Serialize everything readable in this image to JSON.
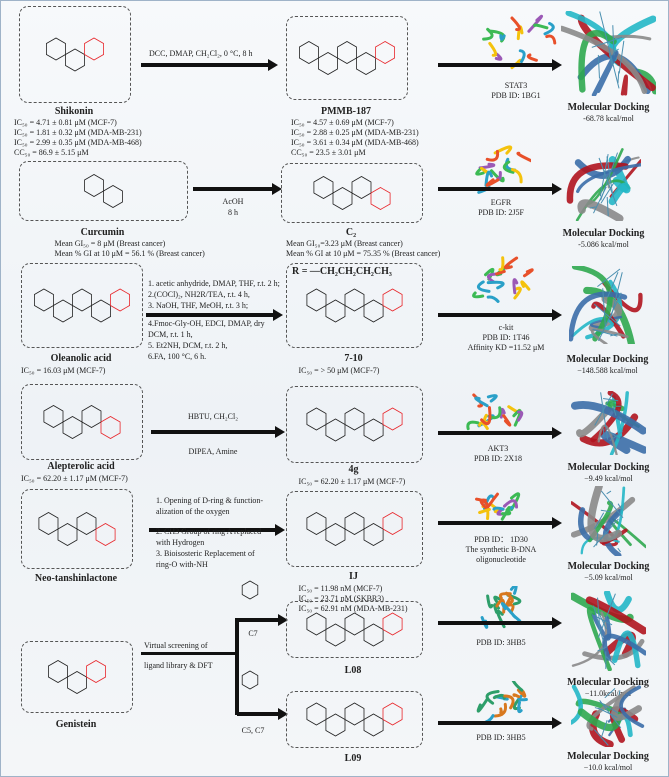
{
  "colors": {
    "modification": "#e8262b",
    "highlight": "#2a2ad8",
    "arrow": "#111111"
  },
  "rows": [
    {
      "start": {
        "name": "Shikonin",
        "activity": [
          "IC₅₀ = 4.71 ± 0.81 μM (MCF-7)",
          "IC₅₀ = 1.81 ± 0.32 μM (MDA-MB-231)",
          "IC₅₀ = 2.99 ± 0.35 μM (MDA-MB-468)",
          "CC₅₀ = 86.9 ± 5.15 μM"
        ]
      },
      "conditions": [
        "DCC, DMAP, CH₂Cl₂, 0 °C, 8 h"
      ],
      "product": {
        "name": "PMMB-187",
        "activity": [
          "IC₅₀ = 4.57 ± 0.69 μM (MCF-7)",
          "IC₅₀ = 2.88 ± 0.25 μM (MDA-MB-231)",
          "IC₅₀ = 3.61 ± 0.34 μM (MDA-MB-468)",
          "CC₅₀ = 23.5 ± 3.01 μM"
        ]
      },
      "target": [
        "STAT3",
        "PDB ID: 1BG1"
      ],
      "docking": {
        "label": "Molecular Docking",
        "energy": "-68.78 kcal/mol"
      }
    },
    {
      "start": {
        "name": "Curcumin",
        "activity": [
          "Mean GI₅₀ = 8 μM (Breast cancer)",
          "Mean % GI at 10 μM = 56.1 % (Breast cancer)"
        ]
      },
      "conditions": [
        "AcOH",
        "8 h"
      ],
      "product": {
        "name": "C₂",
        "activity": [
          "Mean GI₅₀=3.23 μM (Breast cancer)",
          "Mean % GI at 10 μM = 75.35 % (Breast cancer)"
        ]
      },
      "target": [
        "EGFR",
        "PDB ID: 2J5F"
      ],
      "docking": {
        "label": "Molecular Docking",
        "energy": "-5.086 kcal/mol"
      }
    },
    {
      "start": {
        "name": "Oleanolic acid",
        "activity": [
          "IC₅₀ = 16.03 μM (MCF-7)"
        ]
      },
      "conditions": [
        "1. acetic anhydride, DMAP, THF, r.t. 2 h;",
        "2.(COCl)₂, NH2R/TEA, r.t. 4 h,",
        "3. NaOH, THF, MeOH, r.t. 3 h;",
        "4.Fmoc-Gly-OH, EDCI, DMAP, dry",
        "DCM, r.t. 1 h,",
        "5. Et2NH, DCM, r.t. 2 h,",
        "6.FA, 100 °C, 6 h."
      ],
      "product": {
        "name": "7-10",
        "r_group": "R = —CH₂CH₂CH₂CH₃",
        "activity": [
          "IC₅₀ = > 50 μM (MCF-7)"
        ]
      },
      "target": [
        "c-kit",
        "PDB ID: 1T46",
        "Affinity KD =11.52 μM"
      ],
      "docking": {
        "label": "Molecular Docking",
        "energy": "−148.588 kcal/mol"
      }
    },
    {
      "start": {
        "name": "Alepterolic acid",
        "activity": [
          "IC₅₀ = 62.20 ± 1.17 μM (MCF-7)"
        ]
      },
      "conditions": [
        "HBTU, CH₂Cl₂",
        "DIPEA, Amine"
      ],
      "product": {
        "name": "4g",
        "activity": [
          "IC₅₀ = 62.20 ± 1.17 μM (MCF-7)"
        ]
      },
      "target": [
        "AKT3",
        "PDB ID: 2X18"
      ],
      "docking": {
        "label": "Molecular Docking",
        "energy": "−9.49 kcal/mol"
      }
    },
    {
      "start": {
        "name": "Neo-tanshinlactone",
        "activity": []
      },
      "conditions": [
        "1. Opening of D-ring & function-",
        "alization of the oxygen",
        "2. CH3 Group of ring A replaced",
        "with Hydrogen",
        "3. Bioisosteric Replacement of",
        "ring-O with-NH"
      ],
      "product": {
        "name": "IJ",
        "activity": [
          "IC₅₀ = 11.98 nM (MCF-7)",
          "IC₅₀ = 23.71 nM (SKBR3)",
          "IC₅₀ = 62.91 nM (MDA-MB-231)"
        ]
      },
      "target": [
        "PDB ID： 1D30",
        "The synthetic B-DNA",
        "oligonucleotide"
      ],
      "docking": {
        "label": "Molecular Docking",
        "energy": "−5.09 kcal/mol"
      }
    },
    {
      "start": {
        "name": "Genistein",
        "activity": []
      },
      "conditions": [
        "Virtual screening of",
        "ligand library & DFT"
      ],
      "branches": [
        {
          "position": "C7",
          "product": "L08",
          "target": "PDB ID: 3HB5",
          "docking": {
            "label": "Molecular Docking",
            "energy": "−11.0kcal/mol"
          }
        },
        {
          "position": "C5, C7",
          "product": "L09",
          "target": "PDB ID: 3HB5",
          "docking": {
            "label": "Molecular Docking",
            "energy": "−10.0 kcal/mol"
          }
        }
      ]
    }
  ]
}
